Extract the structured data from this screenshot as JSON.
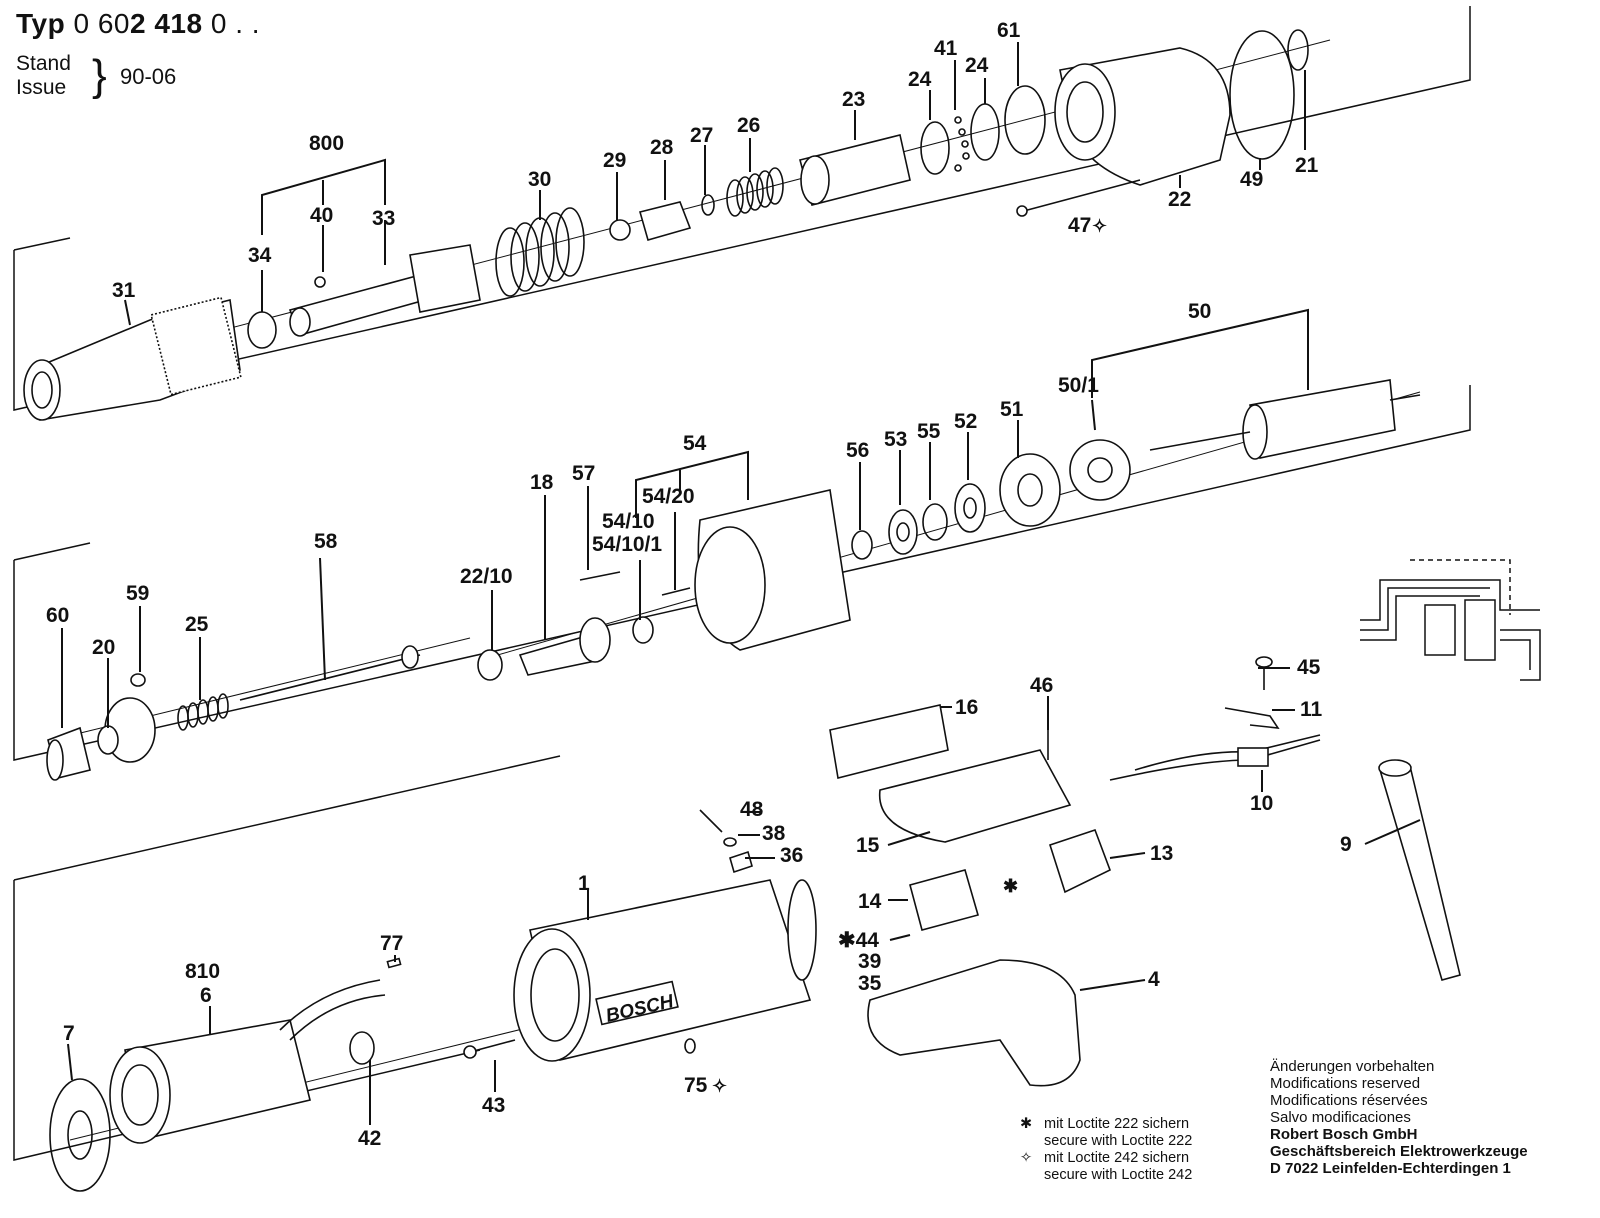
{
  "header": {
    "typ_label": "Typ",
    "typ_prefix": "0 60",
    "typ_bold": "2 418",
    "typ_suffix": " 0 . .",
    "stand_label": "Stand",
    "issue_label": "Issue",
    "date": "90-06"
  },
  "part_labels": {
    "p800": "800",
    "p40": "40",
    "p33": "33",
    "p34": "34",
    "p31": "31",
    "p30": "30",
    "p29": "29",
    "p28": "28",
    "p27": "27",
    "p26": "26",
    "p23": "23",
    "p24a": "24",
    "p41": "41",
    "p24b": "24",
    "p61": "61",
    "p22": "22",
    "p49": "49",
    "p21": "21",
    "p47": "47",
    "p50": "50",
    "p501": "50/1",
    "p51": "51",
    "p52": "52",
    "p55": "55",
    "p53": "53",
    "p56": "56",
    "p54": "54",
    "p5420": "54/20",
    "p5410": "54/10",
    "p54101": "54/10/1",
    "p57": "57",
    "p18": "18",
    "p2210": "22/10",
    "p58": "58",
    "p60": "60",
    "p20": "20",
    "p59": "59",
    "p25": "25",
    "p16": "16",
    "p46": "46",
    "p45": "45",
    "p11": "11",
    "p10": "10",
    "p9": "9",
    "p15": "15",
    "p48": "48",
    "p38": "38",
    "p36": "36",
    "p13": "13",
    "p14": "14",
    "p44": "44",
    "p39": "39",
    "p35": "35",
    "p4": "4",
    "p1": "1",
    "p77": "77",
    "p810": "810",
    "p6": "6",
    "p7": "7",
    "p42": "42",
    "p43": "43",
    "p75": "75"
  },
  "brand_mark": "BOSCH",
  "legend": {
    "star_line1": "mit Loctite 222 sichern",
    "star_line2": "secure with Loctite 222",
    "diamond_line1": "mit Loctite 242 sichern",
    "diamond_line2": "secure with Loctite 242"
  },
  "footer": {
    "line1": "Änderungen vorbehalten",
    "line2": "Modifications reserved",
    "line3": "Modifications réservées",
    "line4": "Salvo modificaciones",
    "company": "Robert Bosch GmbH",
    "division": "Geschäftsbereich Elektrowerkzeuge",
    "address": "D 7022 Leinfelden-Echterdingen 1"
  }
}
